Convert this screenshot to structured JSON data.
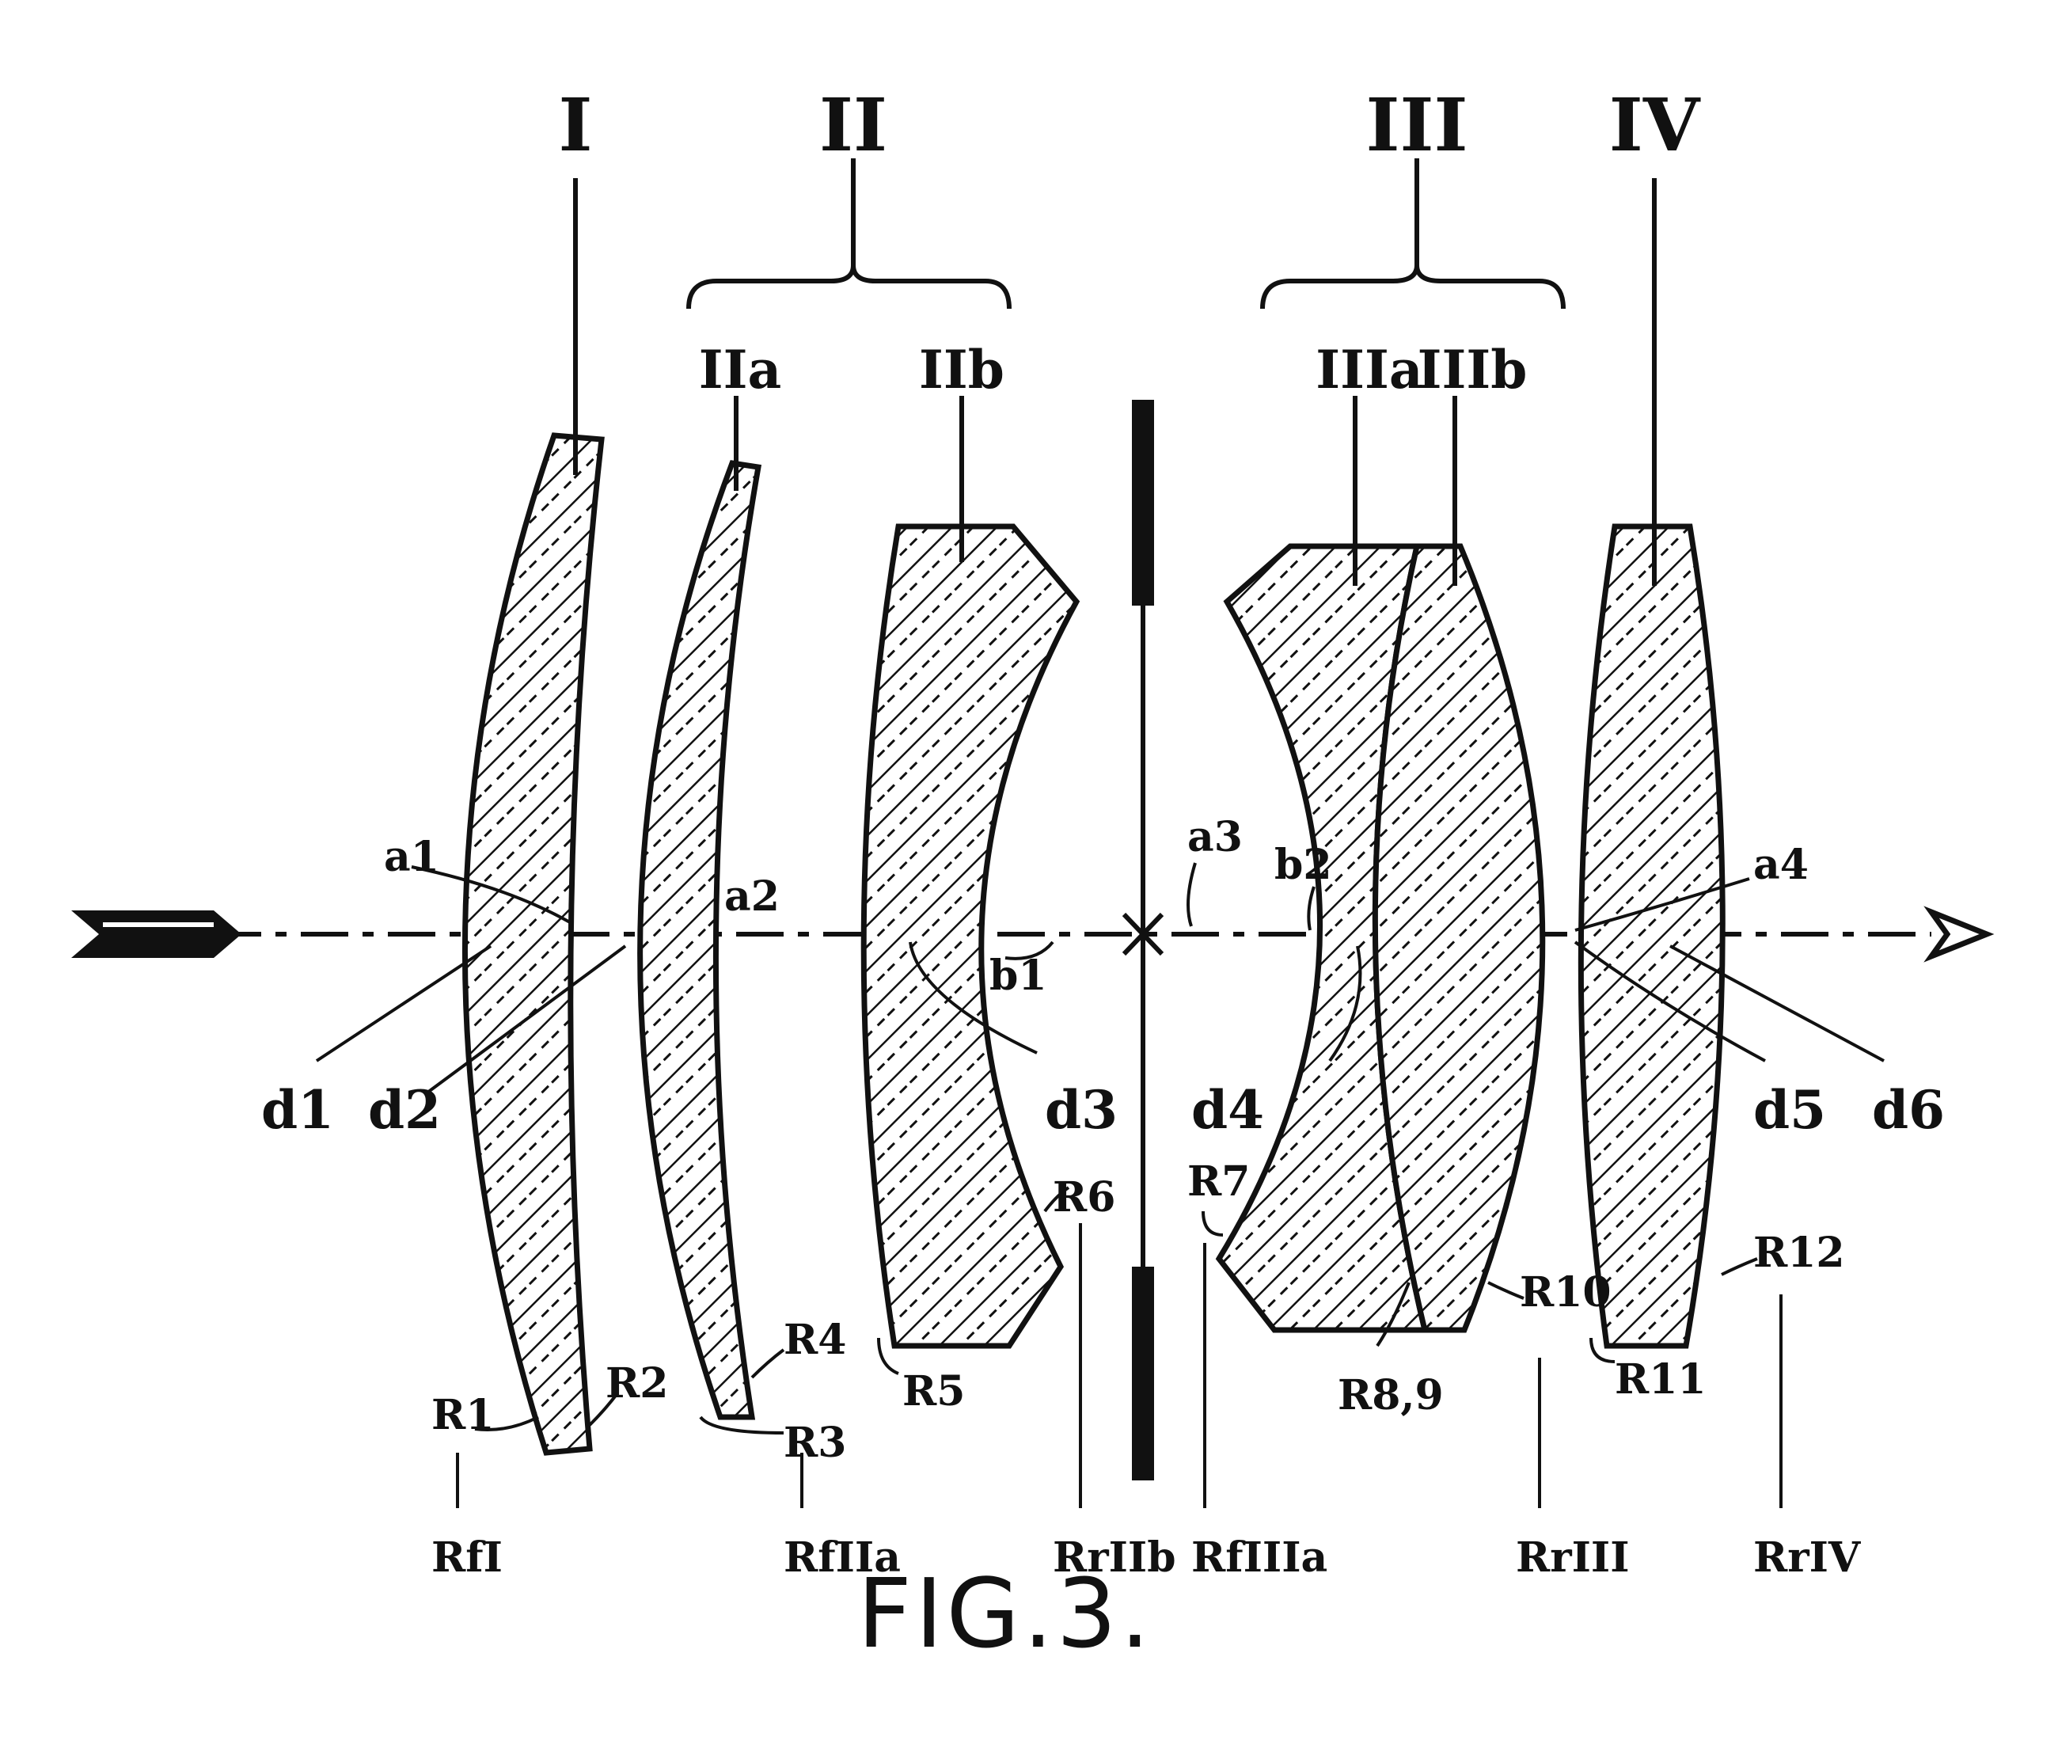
{
  "figure": {
    "caption": "FIG.3.",
    "groups": {
      "I": "I",
      "II": "II",
      "III": "III",
      "IV": "IV"
    },
    "subgroups": {
      "IIa": "IIa",
      "IIb": "IIb",
      "IIIa": "IIIa",
      "IIIb": "IIIb"
    },
    "axis_labels": {
      "a1": "a1",
      "a2": "a2",
      "a3": "a3",
      "a4": "a4",
      "b1": "b1",
      "b2": "b2",
      "d1": "d1",
      "d2": "d2",
      "d3": "d3",
      "d4": "d4",
      "d5": "d5",
      "d6": "d6"
    },
    "radii": {
      "R1": "R1",
      "R2": "R2",
      "R3": "R3",
      "R4": "R4",
      "R5": "R5",
      "R6": "R6",
      "R7": "R7",
      "R89": "R8,9",
      "R10": "R10",
      "R11": "R11",
      "R12": "R12"
    },
    "focal_refs": {
      "RfI": "RfI",
      "RfIIa": "RfIIa",
      "RrIIb": "RrIIb",
      "RfIIIa": "RfIIIa",
      "RrIII": "RrIII",
      "RrIV": "RrIV"
    }
  }
}
